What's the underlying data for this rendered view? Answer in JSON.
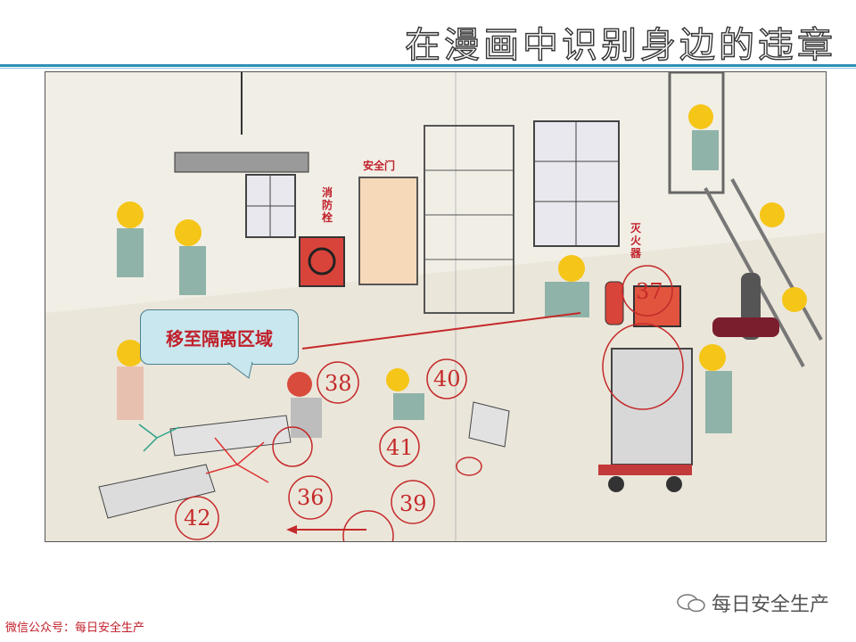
{
  "title": "在漫画中识别身边的违章",
  "callout": "移至隔离区域",
  "markers": [
    "37",
    "38",
    "40",
    "41",
    "36",
    "39",
    "42"
  ],
  "signs": {
    "safe_door": "安全门",
    "hydrant": "消防栓",
    "extinguisher": "灭火器"
  },
  "footer_left": "微信公众号：每日安全生产",
  "watermark": "每日安全生产",
  "colors": {
    "accent": "#c42a2a",
    "rule": "#2f8fb8",
    "callout_bg": "#c9e7ee"
  }
}
